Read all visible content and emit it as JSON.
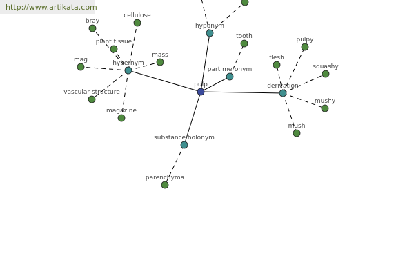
{
  "watermark": "http://www.artikata.com",
  "colors": {
    "root": "#3b4a9c",
    "relation": "#3f8f8f",
    "word": "#4f8a3f",
    "edge": "#000000"
  },
  "graph": {
    "root": {
      "id": "pulp",
      "label": "pulp"
    },
    "relations": [
      {
        "id": "hypernym",
        "label": "hypernym",
        "words": [
          "bray",
          "cellulose",
          "plant tissue",
          "mass",
          "mag",
          "vascular structure",
          "magazine"
        ]
      },
      {
        "id": "hyponym",
        "label": "hyponym",
        "words": [
          "",
          ""
        ]
      },
      {
        "id": "part-meronym",
        "label": "part meronym",
        "words": [
          "tooth"
        ]
      },
      {
        "id": "derivation",
        "label": "derivation",
        "words": [
          "flesh",
          "pulpy",
          "squashy",
          "mushy",
          "mush"
        ]
      },
      {
        "id": "substance-holonym",
        "label": "substance holonym",
        "words": [
          "parenchyma"
        ]
      }
    ]
  }
}
